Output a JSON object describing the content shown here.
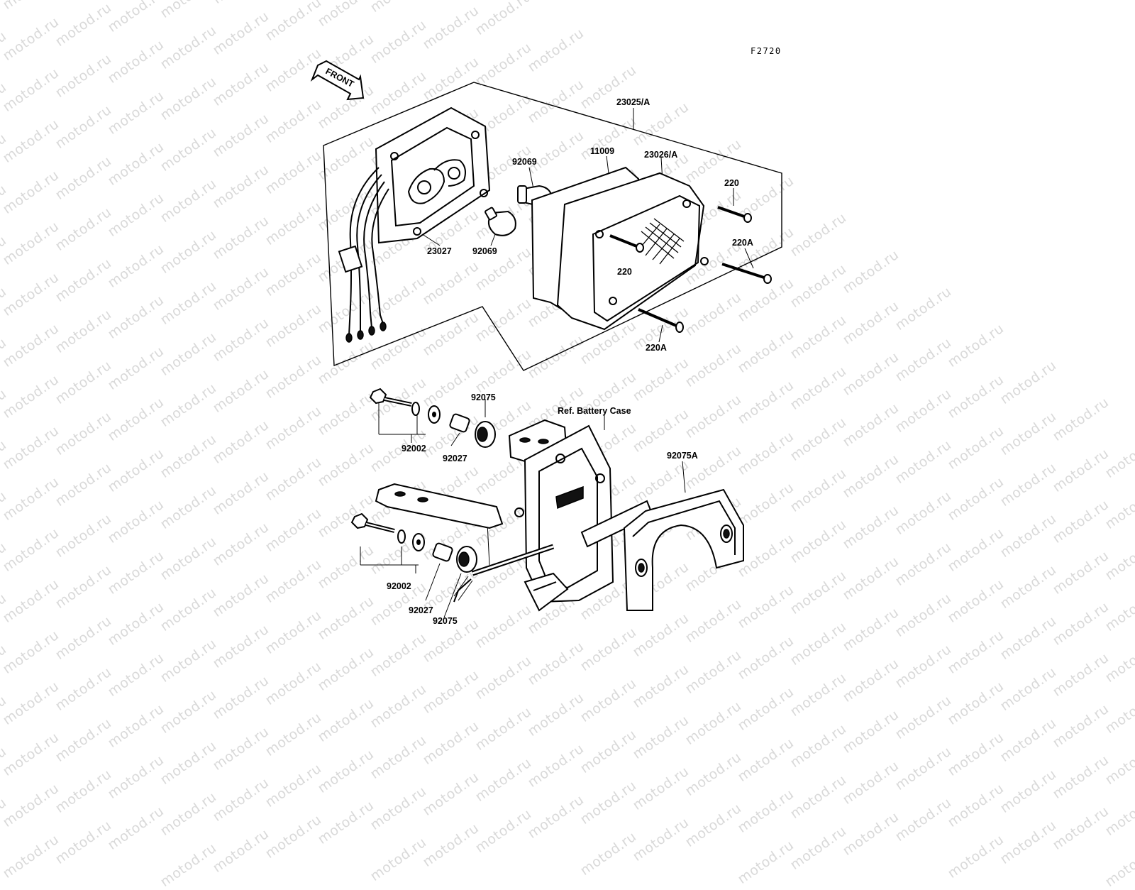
{
  "figure_code": "F2720",
  "front_label": "FRONT",
  "watermark": "motod.ru",
  "callouts": {
    "c23025A": "23025/A",
    "c92069_top": "92069",
    "c11009": "11009",
    "c23026A": "23026/A",
    "c220_right": "220",
    "c23027": "23027",
    "c92069_bottom": "92069",
    "c220A_right": "220A",
    "c220_center": "220",
    "c220A_bottom": "220A",
    "c92075_top": "92075",
    "ref_battery": "Ref. Battery Case",
    "c92002_top": "92002",
    "c92027_top": "92027",
    "c92075A": "92075A",
    "c92002_bottom": "92002",
    "c92027_bottom": "92027",
    "c92075_bottom": "92075"
  }
}
